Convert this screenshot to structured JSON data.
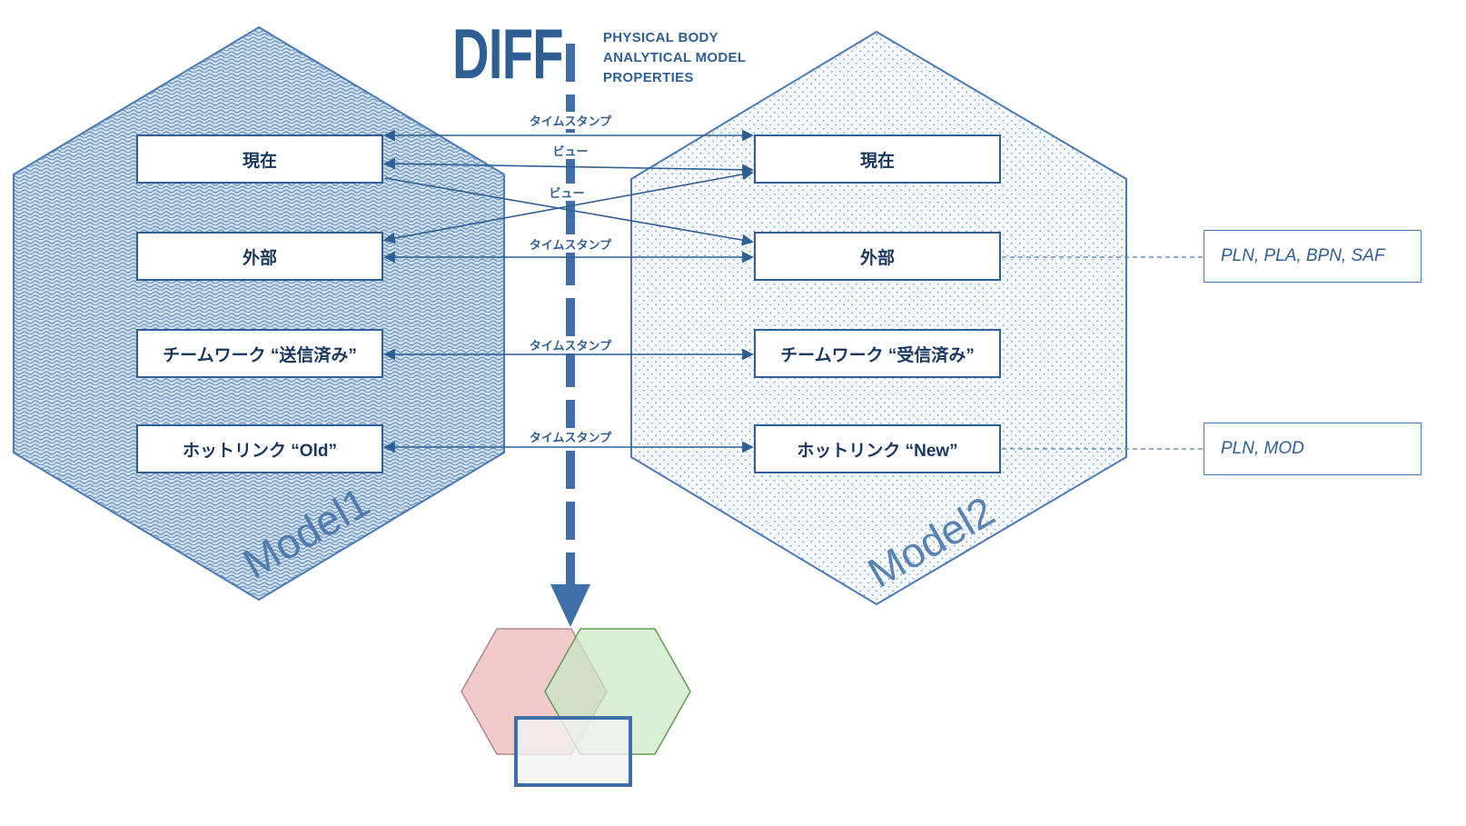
{
  "colors": {
    "accent_blue": "#2E5F94",
    "arrow_blue": "#3E6FA8",
    "hexagon_border": "#4A7AB5",
    "box_text_navy": "#17375E",
    "venn_pink": "#F0C4C7",
    "venn_green": "#C9E8C5"
  },
  "title": {
    "heading": "DIFF",
    "subtitle_lines": [
      "PHYSICAL BODY",
      "ANALYTICAL MODEL",
      "PROPERTIES"
    ]
  },
  "model1": {
    "label": "Model1",
    "boxes": [
      "現在",
      "外部",
      "チームワーク “送信済み”",
      "ホットリンク “Old”"
    ]
  },
  "model2": {
    "label": "Model2",
    "boxes": [
      "現在",
      "外部",
      "チームワーク “受信済み”",
      "ホットリンク “New”"
    ]
  },
  "connection_labels": {
    "row1_timestamp": "タイムスタンプ",
    "row1_view": "ビュー",
    "row2_view": "ビュー",
    "row2_timestamp": "タイムスタンプ",
    "row3_timestamp": "タイムスタンプ",
    "row4_timestamp": "タイムスタンプ"
  },
  "property_boxes": {
    "external_properties": "PLN, PLA, BPN, SAF",
    "hotlink_properties": "PLN, MOD"
  }
}
